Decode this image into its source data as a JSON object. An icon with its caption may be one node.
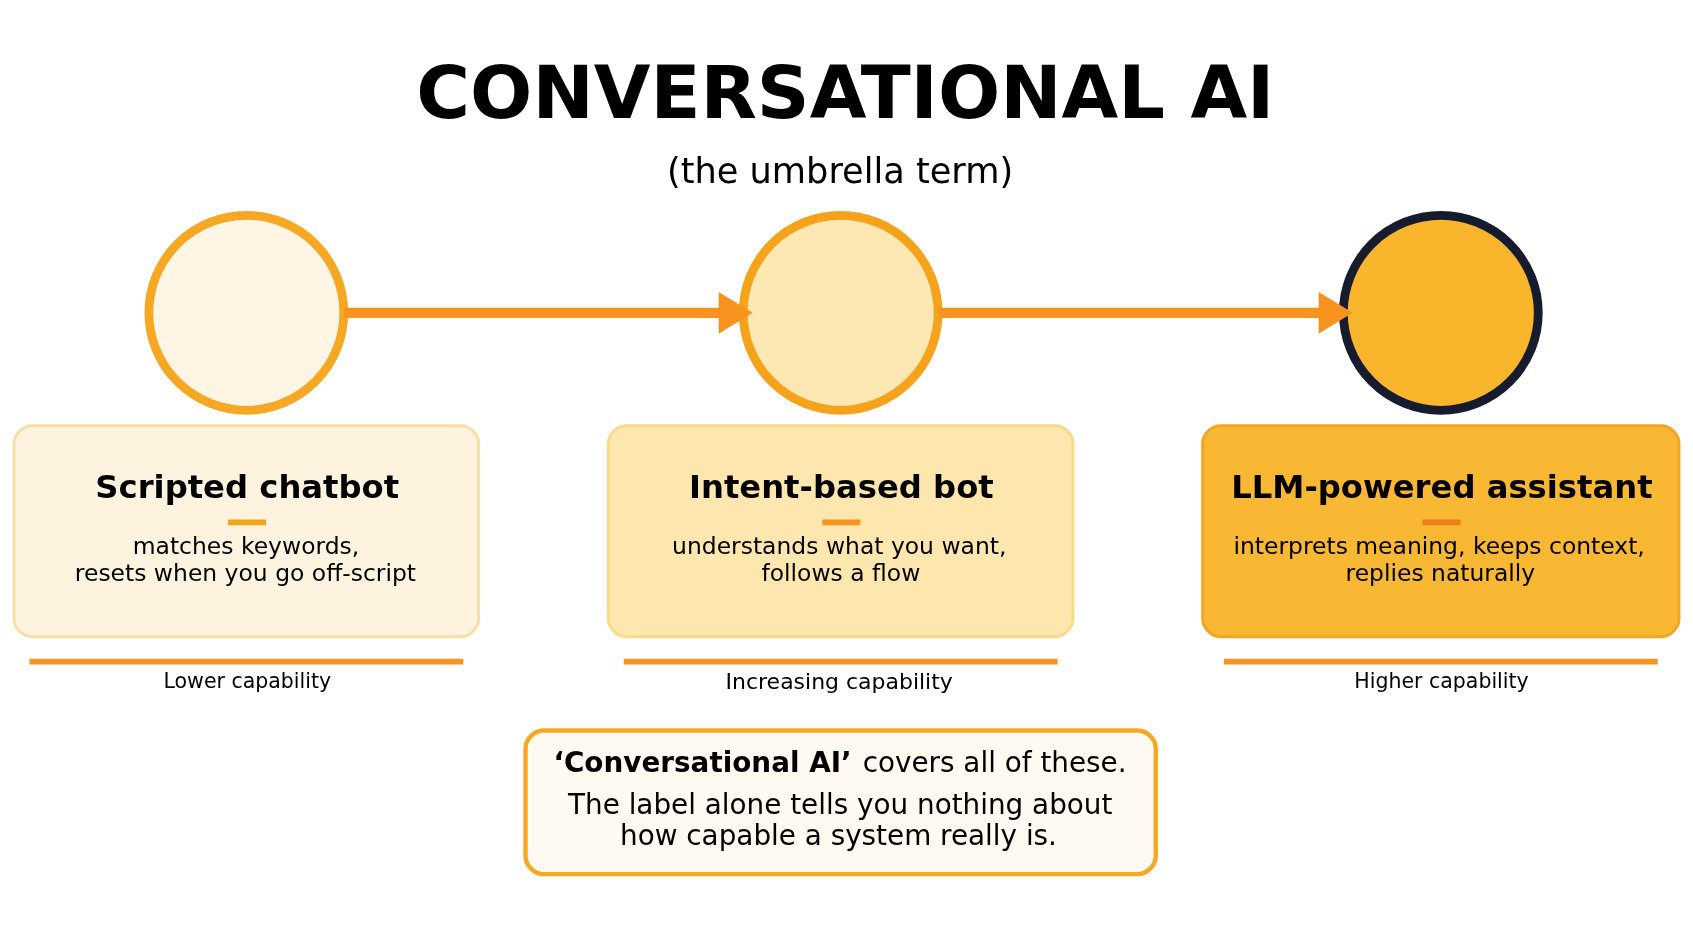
{
  "diagram": {
    "title": "CONVERSATIONAL AI",
    "nodes": [
      {
        "text": [],
        "shape": "circle"
      },
      {
        "text": [
          "Scripted chatbot",
          "matches keywords, resets when you go off-script"
        ]
      },
      {
        "text": [],
        "shape": "circle"
      },
      {
        "text": [
          "Intent-based bot",
          "understands what you want, follows a flow"
        ]
      },
      {
        "text": [],
        "shape": "circle"
      },
      {
        "text": [
          "LLM-powered assistant",
          "interprets meaning, keeps context, replies naturally"
        ]
      },
      {
        "text": [
          "**‘Conversational AI’** covers all of these.",
          "The label alone tells you nothing about how capable a system really is."
        ]
      }
    ],
    "edges": [
      {
        "from": 0,
        "to": 2,
        "arrow": "to"
      },
      {
        "from": 2,
        "to": 4,
        "arrow": "to"
      }
    ],
    "labels": [
      "(the umbrella term)",
      "Lower capability",
      "Increasing capability",
      "Higher capability"
    ]
  }
}
